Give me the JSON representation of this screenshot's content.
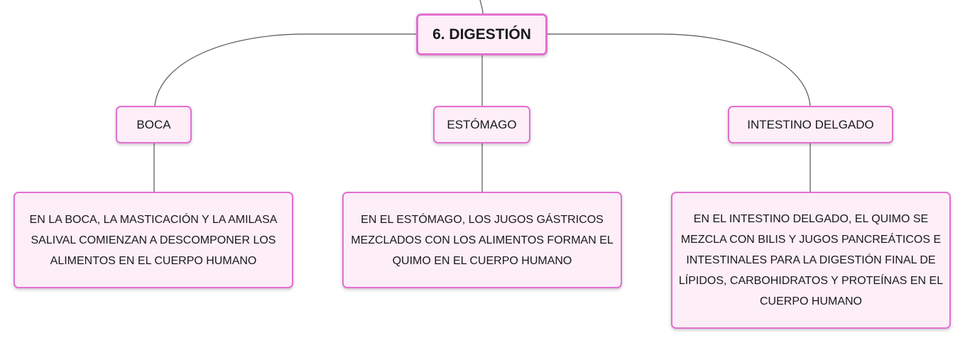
{
  "diagram": {
    "type": "mind-map",
    "colors": {
      "node_fill": "#fdeef8",
      "node_border": "#e46fd0",
      "connector": "#555555"
    },
    "root": {
      "label": "6. DIGESTIÓN"
    },
    "branches": [
      {
        "label": "BOCA",
        "detail": "EN LA BOCA, LA MASTICACIÓN Y LA AMILASA SALIVAL COMIENZAN A DESCOMPONER LOS ALIMENTOS EN EL CUERPO HUMANO"
      },
      {
        "label": "ESTÓMAGO",
        "detail": "EN EL ESTÓMAGO, LOS JUGOS GÁSTRICOS MEZCLADOS CON LOS ALIMENTOS FORMAN EL QUIMO EN EL CUERPO HUMANO"
      },
      {
        "label": "INTESTINO DELGADO",
        "detail": "EN EL INTESTINO DELGADO, EL QUIMO SE MEZCLA CON BILIS Y JUGOS PANCREÁTICOS E INTESTINALES PARA LA DIGESTIÓN FINAL DE LÍPIDOS, CARBOHIDRATOS Y PROTEÍNAS EN EL CUERPO HUMANO"
      }
    ]
  }
}
